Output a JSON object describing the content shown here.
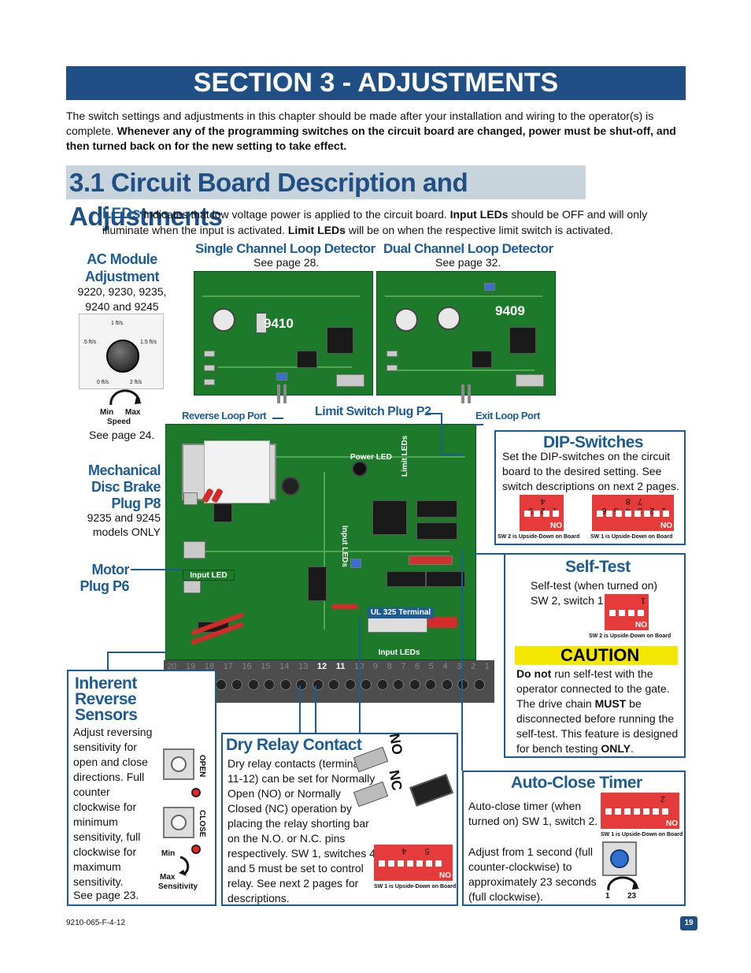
{
  "section_title": "SECTION 3 - ADJUSTMENTS",
  "intro_text": "The switch settings and adjustments in this chapter should be made after your installation and wiring to the operator(s) is complete.",
  "intro_bold": "Whenever any of the programming switches on the circuit board are changed, power must be shut-off, and then turned back on for the new setting to take effect.",
  "subsection_title": "3.1 Circuit Board Description and Adjustments",
  "leds": {
    "lead": "LEDs",
    "t1": " Indicates that low voltage power is applied to the circuit board. ",
    "b1": "Input LEDs",
    "t2": " should be OFF and will only illuminate when the input is activated. ",
    "b2": "Limit LEDs",
    "t3": " will be on when the respective limit switch is activated."
  },
  "ac_module": {
    "title": "AC Module Adjustment",
    "models": "9220, 9230, 9235, 9240 and 9245 models",
    "dial_top": "1 ft/s",
    "dial_left": ".5 ft/s",
    "dial_right": "1.5 ft/s",
    "dial_bl": "0 ft/s",
    "dial_br": "2 ft/s",
    "min": "Min",
    "max": "Max",
    "speed": "Speed",
    "see": "See page 24."
  },
  "single_loop": {
    "title": "Single Channel Loop Detector",
    "see": "See page 28.",
    "model": "9410"
  },
  "dual_loop": {
    "title": "Dual Channel Loop Detector",
    "see": "See page 32.",
    "model": "9409"
  },
  "ports": {
    "reverse": "Reverse Loop Port",
    "limit": "Limit Switch Plug P2",
    "exit": "Exit Loop Port"
  },
  "board_labels": {
    "power_led": "Power LED",
    "limit_leds": "Limit LEDs",
    "input_leds_v": "Input LEDs",
    "input_led": "Input LED",
    "ul325": "UL 325 Terminal",
    "input_leds": "Input LEDs",
    "terminals": [
      "20",
      "19",
      "18",
      "17",
      "16",
      "15",
      "14",
      "13",
      "12",
      "11",
      "10",
      "9",
      "8",
      "7",
      "6",
      "5",
      "4",
      "3",
      "2",
      "1"
    ]
  },
  "brake": {
    "title": "Mechanical Disc Brake Plug P8",
    "models": "9235 and 9245 models ONLY"
  },
  "motor": {
    "title": "Motor Plug P6"
  },
  "dip_switches": {
    "title": "DIP-Switches",
    "text": "Set the DIP-switches on the circuit board to the desired setting. See switch descriptions on next 2 pages.",
    "sw2_nums": "1 2 3 4",
    "sw1_nums": "1 2 3 4 5 6 7 8",
    "no": "NO",
    "sw2_cap": "SW 2 is Upside-Down on Board",
    "sw1_cap": "SW 1 is Upside-Down on Board"
  },
  "self_test": {
    "title": "Self-Test",
    "text": "Self-test (when turned on) SW 2, switch 1.",
    "num": "1",
    "no": "NO",
    "cap": "SW 2 is Upside-Down on Board",
    "caution": "CAUTION",
    "c_b1": "Do not",
    "c_t1": " run self-test with the operator connected to the gate. The drive chain ",
    "c_b2": "MUST",
    "c_t2": " be disconnected before running the self-test. This feature is designed for bench testing ",
    "c_b3": "ONLY",
    "c_t3": "."
  },
  "inherent": {
    "title": "Inherent Reverse Sensors",
    "text": "Adjust reversing sensitivity for open and close directions. Full counter clockwise for minimum sensitivity, full clockwise for maximum sensitivity.",
    "see": "See page 23.",
    "open": "OPEN",
    "close": "CLOSE",
    "min": "Min",
    "max": "Max",
    "sensitivity": "Sensitivity"
  },
  "dry_relay": {
    "title": "Dry Relay Contact",
    "text": "Dry relay contacts (terminals 11-12) can be set for Normally Open (NO) or Normally Closed (NC) operation by placing the relay shorting bar on the N.O. or N.C. pins respectively. SW 1, switches 4 and 5 must be set to control relay. See next 2 pages for descriptions.",
    "no_label": "NO",
    "nc_label": "NC",
    "nums": "5 4",
    "dip_no": "NO",
    "cap": "SW 1 is Upside-Down on Board"
  },
  "auto_close": {
    "title": "Auto-Close Timer",
    "text1": "Auto-close timer (when turned on) SW 1, switch 2.",
    "text2": "Adjust from 1 second (full counter-clockwise) to approximately 23 seconds (full clockwise).",
    "num": "2",
    "no": "NO",
    "cap": "SW 1 is Upside-Down on Board",
    "min": "1",
    "max": "23"
  },
  "footer": {
    "doc": "9210-065-F-4-12",
    "page": "19"
  }
}
